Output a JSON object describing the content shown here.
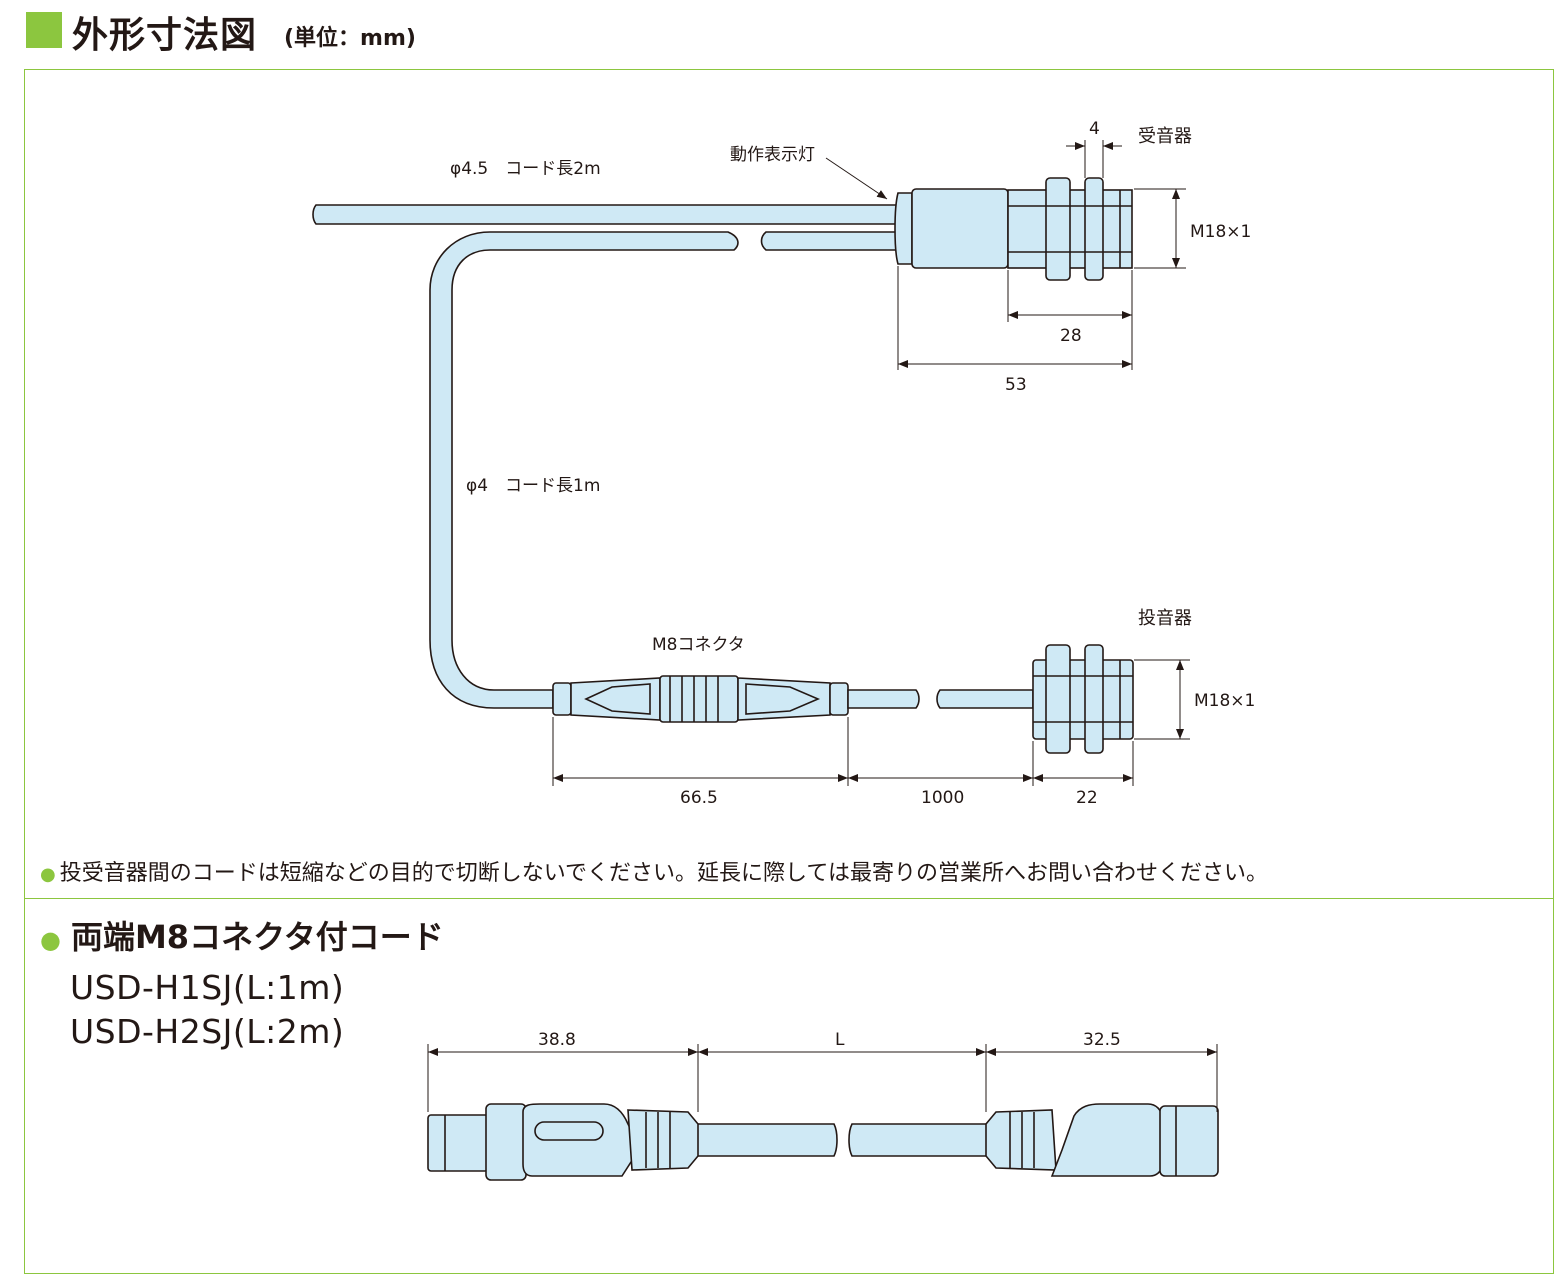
{
  "header": {
    "title": "外形寸法図",
    "unit": "(単位：mm)"
  },
  "colors": {
    "accent": "#8cc63f",
    "body_fill": "#cfe9f5",
    "line": "#231815"
  },
  "diagram1": {
    "cable_upper": "φ4.5　コード長2m",
    "cable_lower": "φ4　コード長1m",
    "indicator": "動作表示灯",
    "receiver": "受音器",
    "emitter": "投音器",
    "connector": "M8コネクタ",
    "thread_upper": "M18×1",
    "thread_lower": "M18×1",
    "dim_4": "4",
    "dim_28": "28",
    "dim_53": "53",
    "dim_66_5": "66.5",
    "dim_1000": "1000",
    "dim_22": "22"
  },
  "note": "投受音器間のコードは短縮などの目的で切断しないでください。延長に際しては最寄りの営業所へお問い合わせください。",
  "section2": {
    "title": "両端M8コネクタ付コード",
    "models": [
      "USD-H1SJ(L:1m)",
      "USD-H2SJ(L:2m)"
    ],
    "dim_left": "38.8",
    "dim_mid": "L",
    "dim_right": "32.5"
  }
}
